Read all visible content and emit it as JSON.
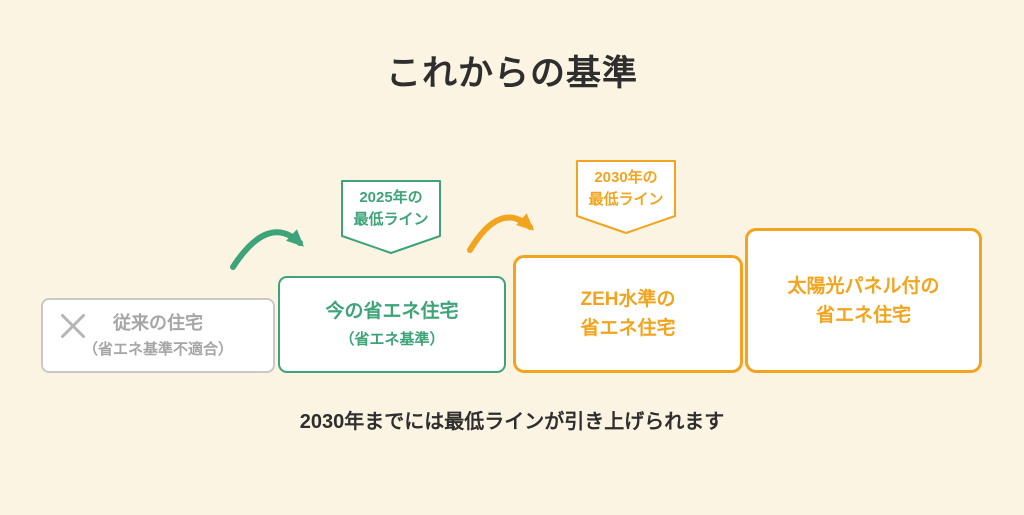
{
  "page": {
    "title": "これからの基準",
    "caption": "2030年までには最低ラインが引き上げられます",
    "background": "#fcf4e2"
  },
  "colors": {
    "green": "#3da378",
    "orange": "#f2a41f",
    "gray_border": "#c8c8c8",
    "gray_text": "#a6a6a6",
    "dark_text": "#2e2e2e",
    "box_fill": "#ffffff",
    "white": "#ffffff"
  },
  "icons": {
    "x_mark": "✕"
  },
  "badges": [
    {
      "id": "badge-2025",
      "line1": "2025年の",
      "line2": "最低ライン",
      "color": "green"
    },
    {
      "id": "badge-2030",
      "line1": "2030年の",
      "line2": "最低ライン",
      "color": "orange"
    }
  ],
  "steps": [
    {
      "id": "conventional",
      "line1": "従来の住宅",
      "line2": "（省エネ基準不適合）",
      "style": "gray",
      "icon": "x-mark"
    },
    {
      "id": "current",
      "line1": "今の省エネ住宅",
      "line2": "（省エネ基準）",
      "style": "green"
    },
    {
      "id": "zeh",
      "line1": "ZEH水準の",
      "line2": "省エネ住宅",
      "style": "orange"
    },
    {
      "id": "solar",
      "line1": "太陽光パネル付の",
      "line2": "省エネ住宅",
      "style": "orange"
    }
  ]
}
